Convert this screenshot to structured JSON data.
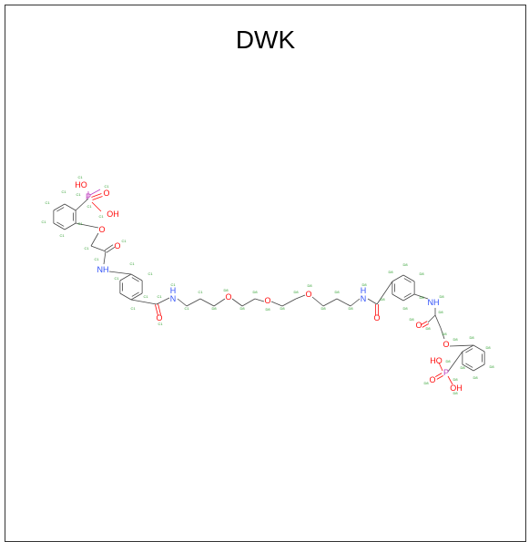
{
  "title": "DWK",
  "colors": {
    "bond": "#444444",
    "oxygen": "#ff0d0d",
    "nitrogen": "#3050f8",
    "phosphorus": "#c040c0",
    "annotation": "#2e9e2e",
    "frame": "#333333"
  },
  "labels": {
    "hydroxyl": "OH",
    "hydroxyl_reversed": "HO",
    "oxygen": "O",
    "phosphorus": "P",
    "amide": "NH",
    "amine_h": "H",
    "amine_n": "N"
  },
  "annotation_tags": {
    "left_group": "C1",
    "right_group": "D8"
  }
}
